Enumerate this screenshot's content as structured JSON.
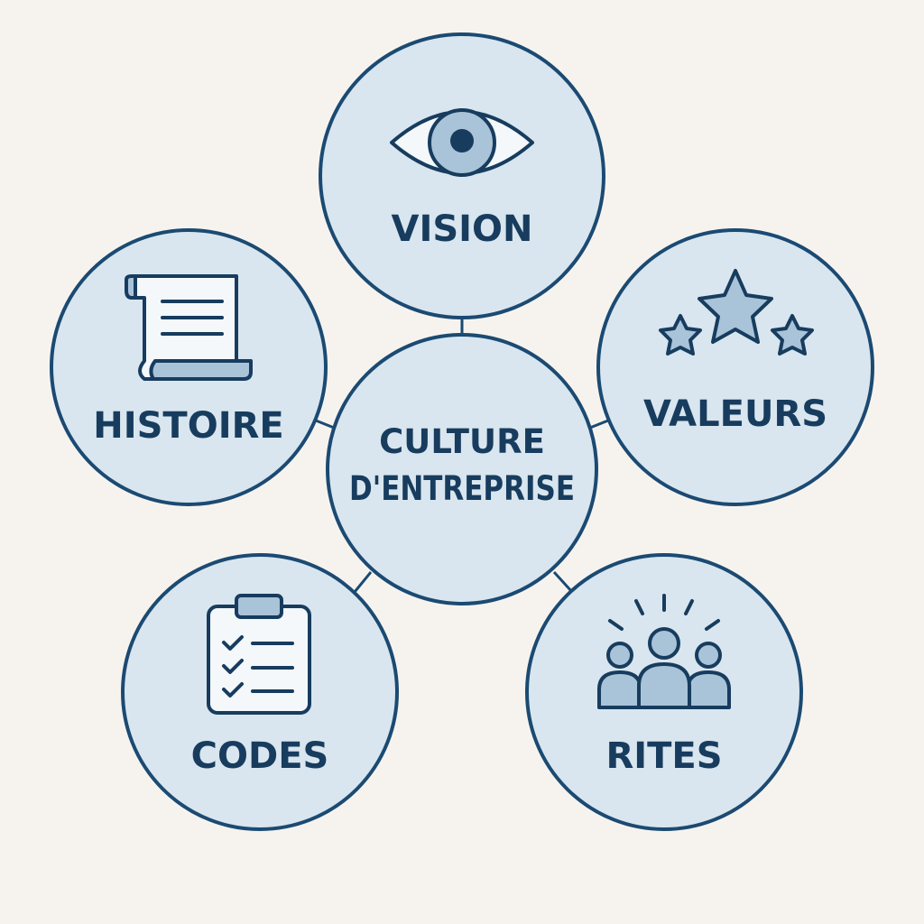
{
  "diagram": {
    "center": {
      "line1": "CULTURE",
      "line2": "D'ENTREPRISE"
    },
    "nodes": {
      "vision": {
        "label": "VISION",
        "icon": "eye-icon"
      },
      "valeurs": {
        "label": "VALEURS",
        "icon": "stars-icon"
      },
      "rites": {
        "label": "RITES",
        "icon": "group-icon"
      },
      "codes": {
        "label": "CODES",
        "icon": "checklist-icon"
      },
      "histoire": {
        "label": "HISTOIRE",
        "icon": "scroll-icon"
      }
    },
    "colors": {
      "background": "#f6f3ef",
      "circle_fill": "#d9e6ef",
      "outline": "#1b4a72",
      "text": "#173c5e",
      "icon_accent": "#a9c3d9"
    }
  }
}
